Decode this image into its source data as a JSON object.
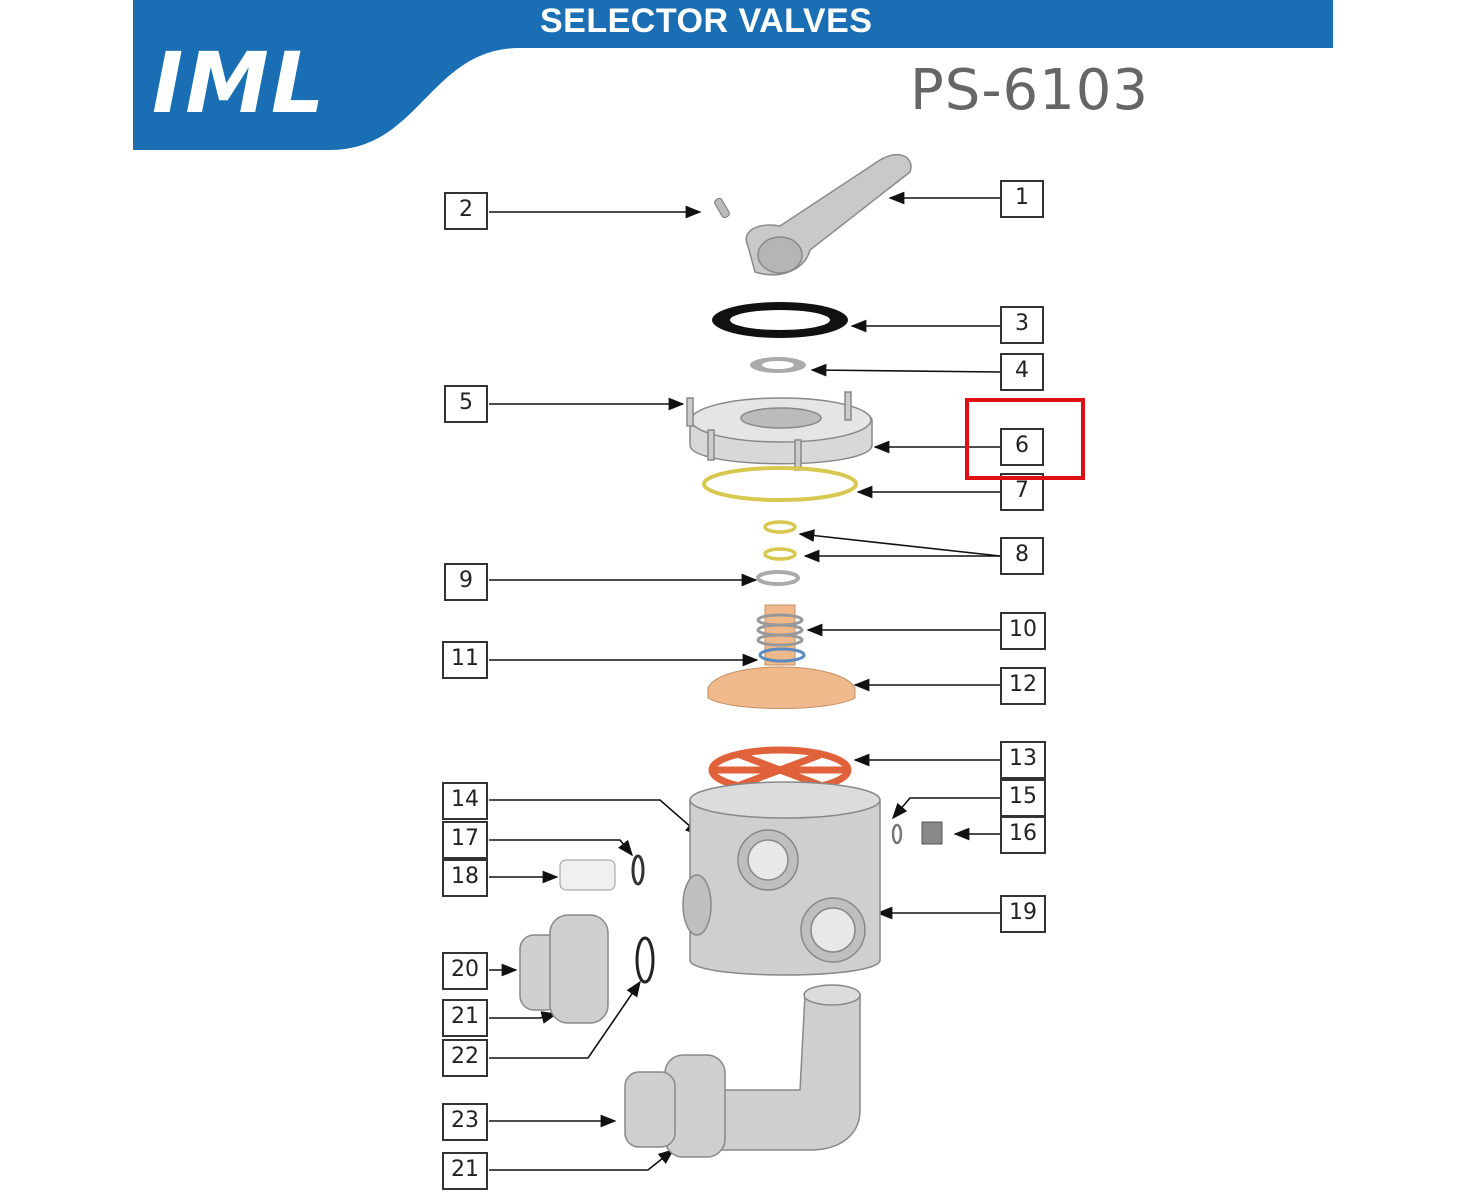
{
  "header": {
    "title": "SELECTOR VALVES",
    "brand": "IML",
    "model": "PS-6103",
    "brand_color": "#1a6fb4"
  },
  "callouts": [
    {
      "id": "c1",
      "number": "1"
    },
    {
      "id": "c2",
      "number": "2"
    },
    {
      "id": "c3",
      "number": "3"
    },
    {
      "id": "c4",
      "number": "4"
    },
    {
      "id": "c5",
      "number": "5"
    },
    {
      "id": "c6",
      "number": "6"
    },
    {
      "id": "c7",
      "number": "7"
    },
    {
      "id": "c8",
      "number": "8"
    },
    {
      "id": "c9",
      "number": "9"
    },
    {
      "id": "c10",
      "number": "10"
    },
    {
      "id": "c11",
      "number": "11"
    },
    {
      "id": "c12",
      "number": "12"
    },
    {
      "id": "c13",
      "number": "13"
    },
    {
      "id": "c14",
      "number": "14"
    },
    {
      "id": "c15",
      "number": "15"
    },
    {
      "id": "c16",
      "number": "16"
    },
    {
      "id": "c17",
      "number": "17"
    },
    {
      "id": "c18",
      "number": "18"
    },
    {
      "id": "c19",
      "number": "19"
    },
    {
      "id": "c20",
      "number": "20"
    },
    {
      "id": "c21a",
      "number": "21"
    },
    {
      "id": "c22",
      "number": "22"
    },
    {
      "id": "c23",
      "number": "23"
    },
    {
      "id": "c21b",
      "number": "21"
    }
  ],
  "highlight": {
    "target": "6",
    "color": "#e01010"
  }
}
